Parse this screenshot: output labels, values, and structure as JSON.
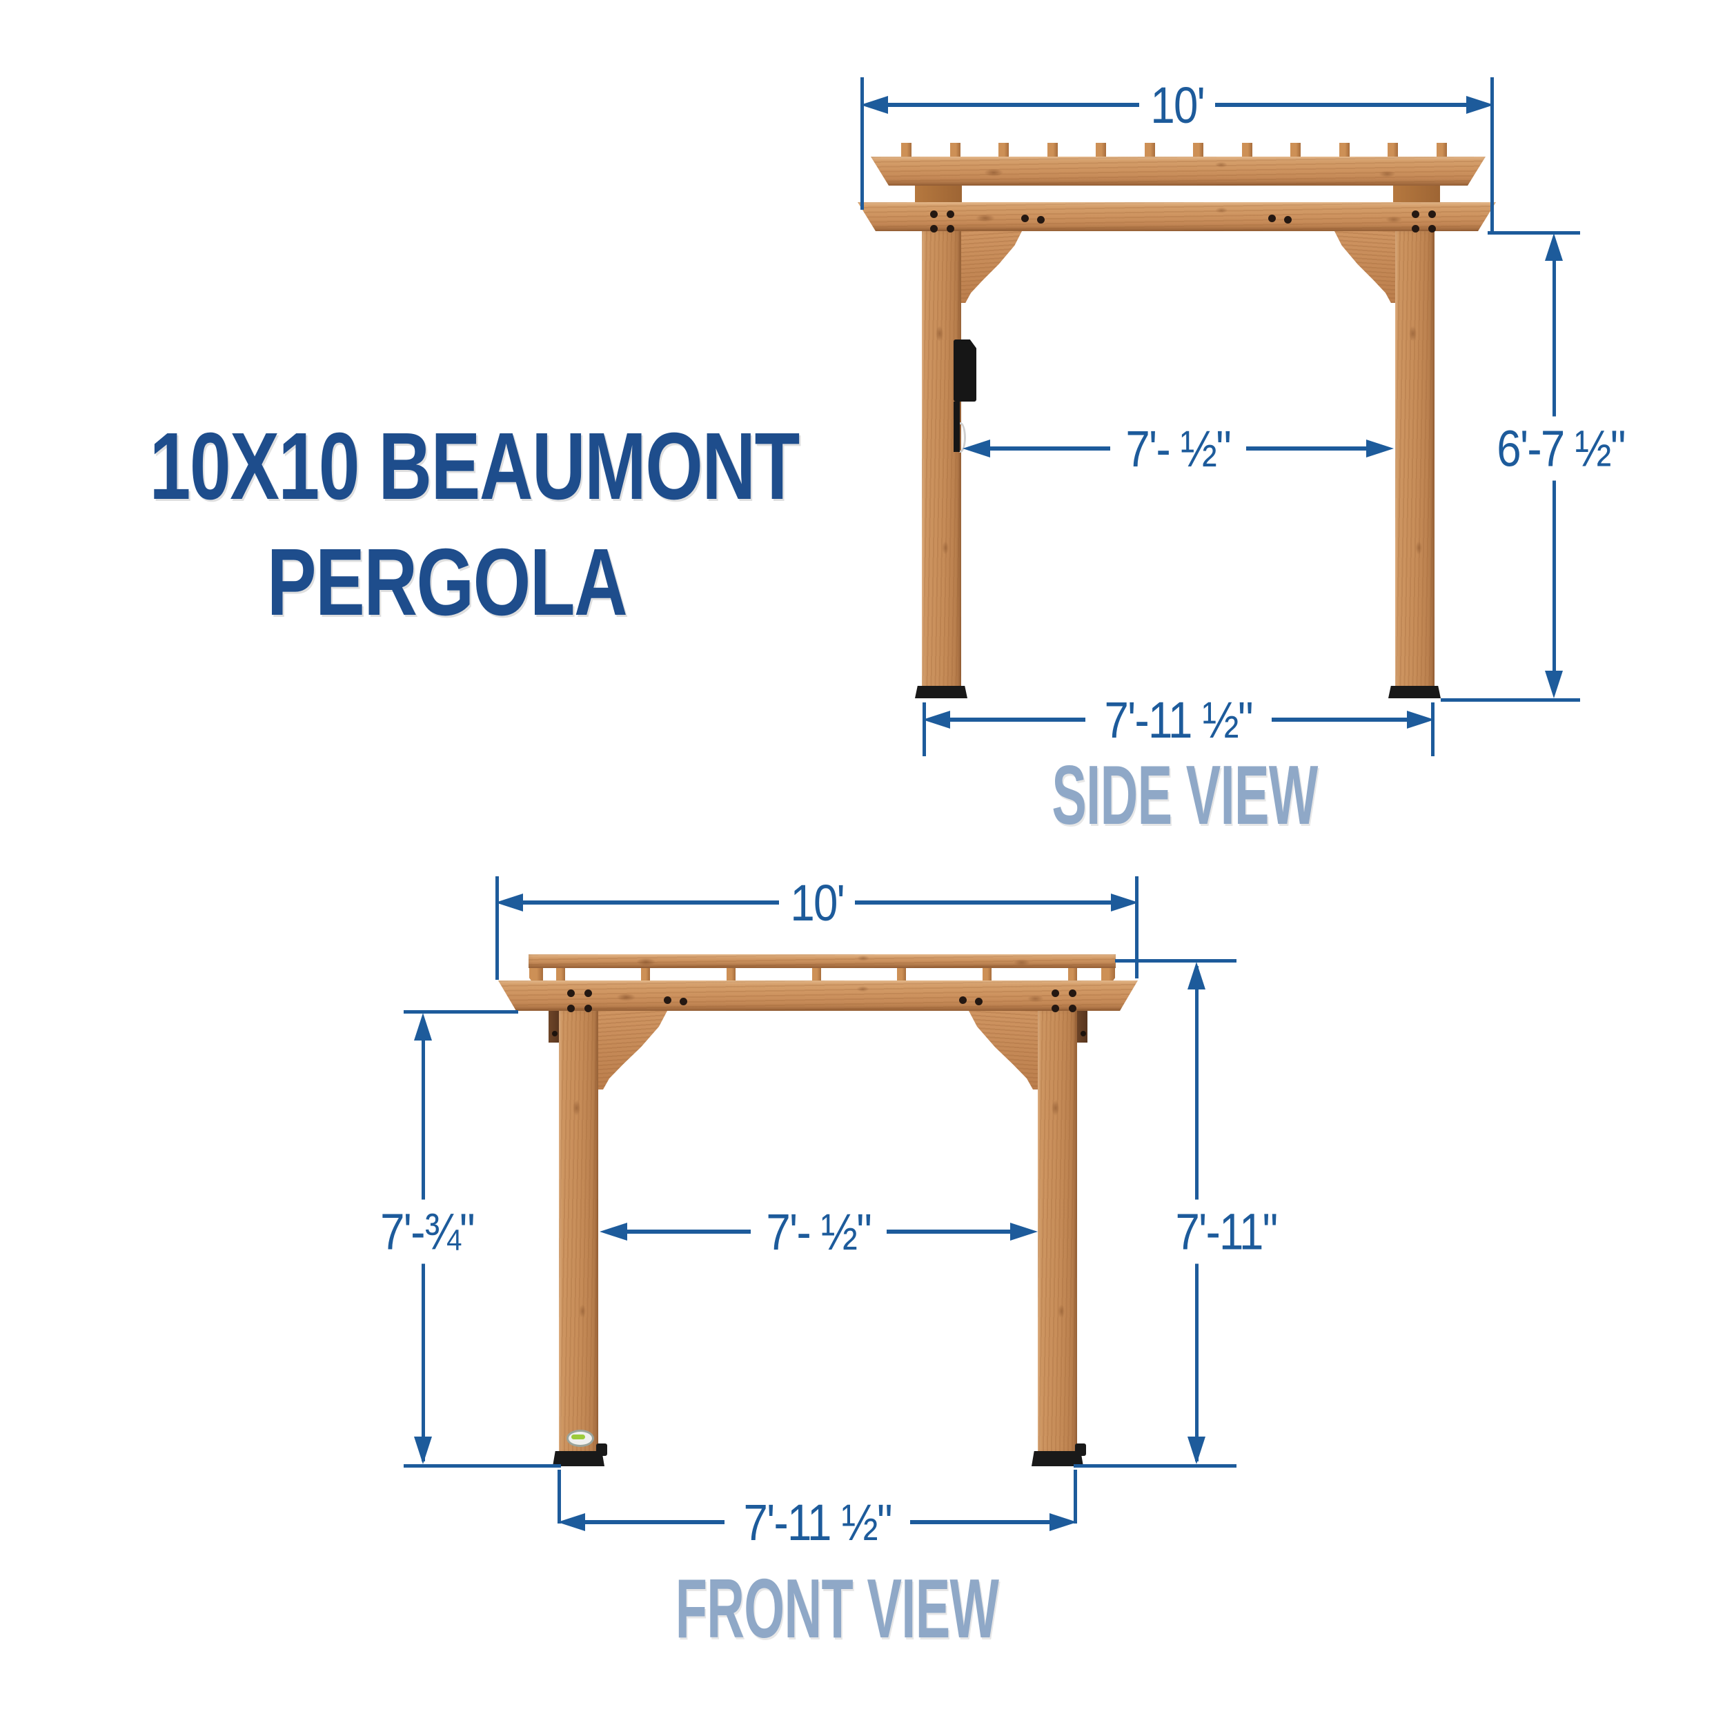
{
  "title": {
    "line1": "10X10 BEAUMONT",
    "line2": "PERGOLA"
  },
  "colors": {
    "dimension_blue": "#1d5b9b",
    "title_navy": "#1e4d8c",
    "view_label_blue": "#8fa8c7",
    "wood_light": "#d8a470",
    "wood_dark": "#bc7f4e",
    "hardware_black": "#191919",
    "badge_green": "#9ccb3b"
  },
  "side_view": {
    "label": "SIDE VIEW",
    "dim_overall_width": "10'",
    "dim_post_inner_spacing": "7'- ½\"",
    "dim_clearance_height": "6'-7 ½\"",
    "dim_post_outer_spacing": "7'-11 ½\""
  },
  "front_view": {
    "label": "FRONT VIEW",
    "dim_overall_width": "10'",
    "dim_post_height": "7'-¾\"",
    "dim_post_inner_spacing": "7'- ½\"",
    "dim_overall_height": "7'-11\"",
    "dim_post_outer_spacing": "7'-11 ½\""
  }
}
